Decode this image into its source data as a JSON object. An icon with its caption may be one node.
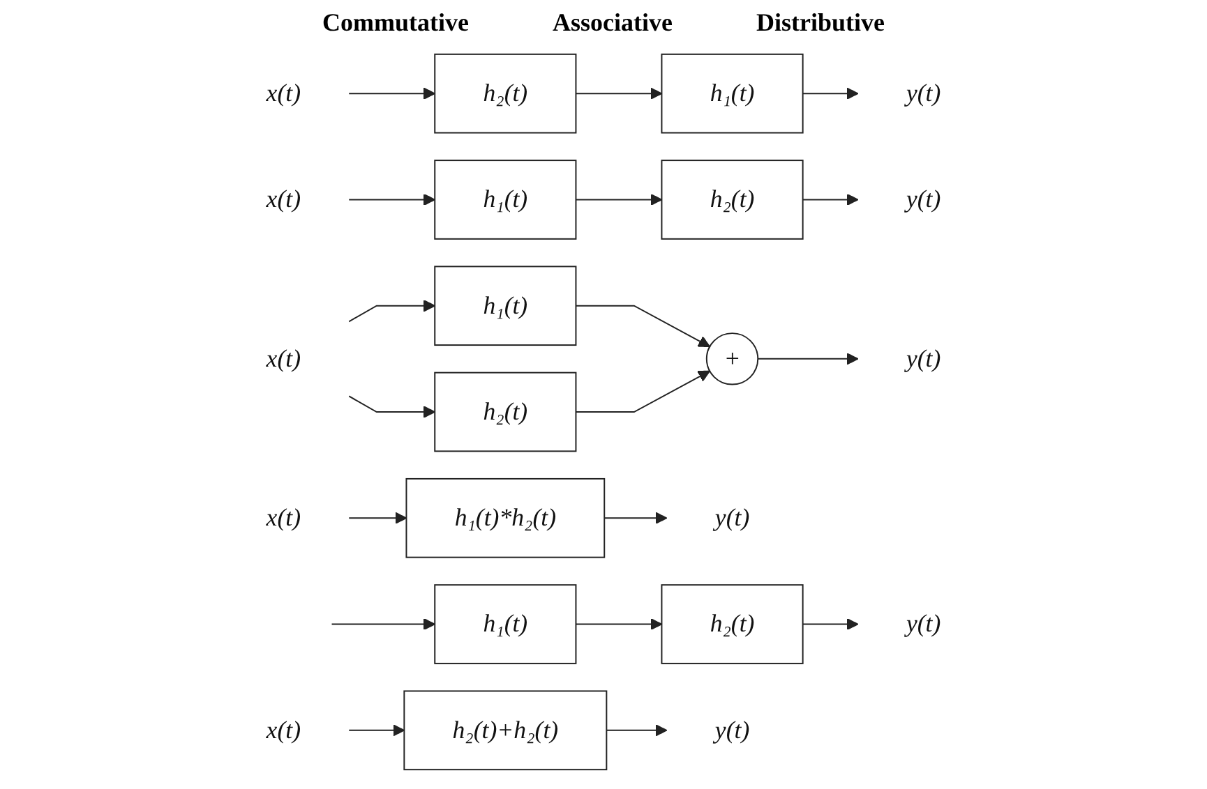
{
  "diagram": {
    "nodes": [
      {
        "text": [
          "h₁(t)"
        ]
      },
      {
        "text": [
          "h₂(t)"
        ]
      },
      {
        "text": [
          "y(t)"
        ]
      },
      {
        "text": [
          "x(t)"
        ]
      },
      {
        "text": [
          "h₂(t)"
        ]
      },
      {
        "text": [
          "h₁(t)"
        ]
      },
      {
        "text": [
          "y(t)"
        ]
      },
      {
        "text": [
          "x(t)"
        ]
      },
      {
        "text": [
          "h₁(t)"
        ]
      },
      {
        "text": [
          "h₂(t)"
        ]
      },
      {
        "text": [
          "y(t)"
        ]
      },
      {
        "text": [
          "x(t)"
        ]
      },
      {
        "text": [
          "h₁(t)*h₂(t)"
        ]
      },
      {
        "text": [
          "y(t)"
        ]
      },
      {
        "text": [
          "x(t)"
        ]
      },
      {
        "text": [
          "h₁(t)"
        ]
      },
      {
        "text": [
          "h₂(t)"
        ]
      },
      {
        "text": [
          "+"
        ]
      },
      {
        "text": [
          "y(t)"
        ]
      },
      {
        "text": [
          "x(t)"
        ]
      },
      {
        "text": [
          "h₂(t)+h₂(t)"
        ]
      },
      {
        "text": [
          "y(t)"
        ]
      }
    ],
    "edges": [
      {
        "from": null,
        "to": 0,
        "arrow": "to"
      },
      {
        "from": 0,
        "to": 1,
        "arrow": "to"
      },
      {
        "from": 1,
        "to": 2,
        "arrow": "to"
      },
      {
        "from": 3,
        "to": 4,
        "arrow": "to"
      },
      {
        "from": 4,
        "to": 5,
        "arrow": "to"
      },
      {
        "from": 5,
        "to": 6,
        "arrow": "to"
      },
      {
        "from": 7,
        "to": 8,
        "arrow": "to"
      },
      {
        "from": 8,
        "to": 9,
        "arrow": "to"
      },
      {
        "from": 9,
        "to": 10,
        "arrow": "to"
      },
      {
        "from": 11,
        "to": 12,
        "arrow": "to"
      },
      {
        "from": 12,
        "to": 13,
        "arrow": "to"
      },
      {
        "from": 14,
        "to": 15,
        "arrow": "to"
      },
      {
        "from": 14,
        "to": 16,
        "arrow": "to"
      },
      {
        "from": 15,
        "to": 17,
        "arrow": "to"
      },
      {
        "from": 16,
        "to": 17,
        "arrow": "to"
      },
      {
        "from": 17,
        "to": 18,
        "arrow": "to"
      },
      {
        "from": 19,
        "to": 20,
        "arrow": "to"
      },
      {
        "from": 20,
        "to": 21,
        "arrow": "to"
      }
    ],
    "labels": [
      "Commutative",
      "Associative",
      "Distributive"
    ]
  }
}
